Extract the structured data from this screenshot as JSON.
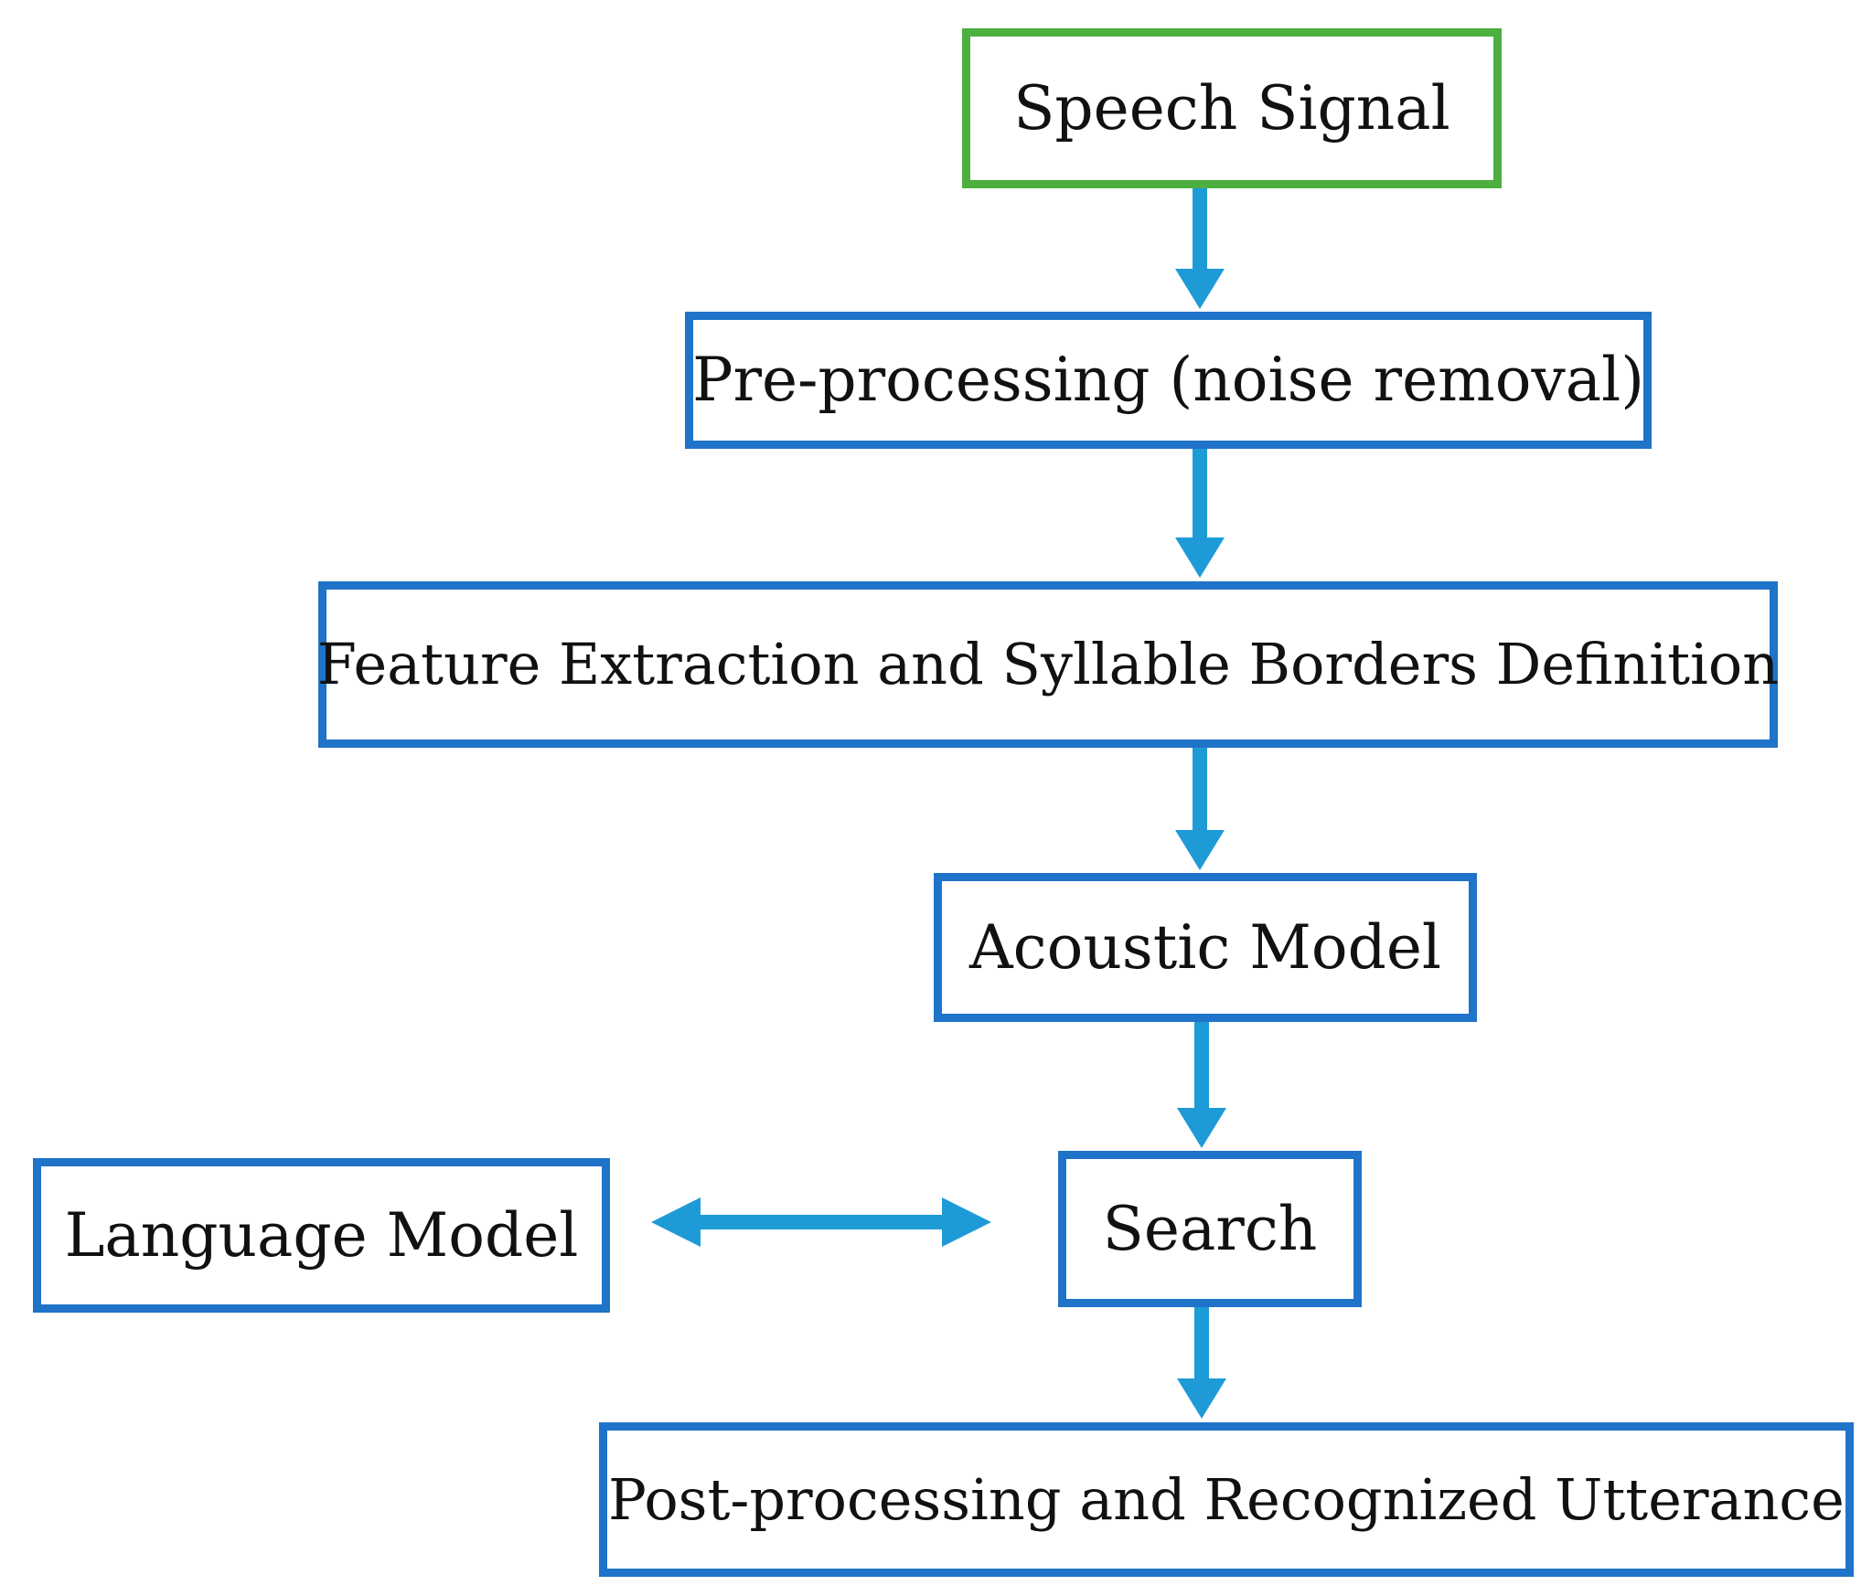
{
  "diagram": {
    "nodes": {
      "speech_signal": "Speech Signal",
      "preprocessing": "Pre-processing (noise removal)",
      "feature_extraction": "Feature Extraction and Syllable Borders Definition",
      "acoustic_model": "Acoustic Model",
      "search": "Search",
      "language_model": "Language Model",
      "post_processing": "Post-processing and Recognized Utterance"
    },
    "edges": [
      {
        "from": "speech_signal",
        "to": "preprocessing",
        "direction": "forward"
      },
      {
        "from": "preprocessing",
        "to": "feature_extraction",
        "direction": "forward"
      },
      {
        "from": "feature_extraction",
        "to": "acoustic_model",
        "direction": "forward"
      },
      {
        "from": "acoustic_model",
        "to": "search",
        "direction": "forward"
      },
      {
        "from": "language_model",
        "to": "search",
        "direction": "bidirectional"
      },
      {
        "from": "search",
        "to": "post_processing",
        "direction": "forward"
      }
    ],
    "colors": {
      "box_border": "#1f73c8",
      "start_border": "#4caf3f",
      "arrow": "#1e9bd7",
      "text": "#111111"
    }
  }
}
